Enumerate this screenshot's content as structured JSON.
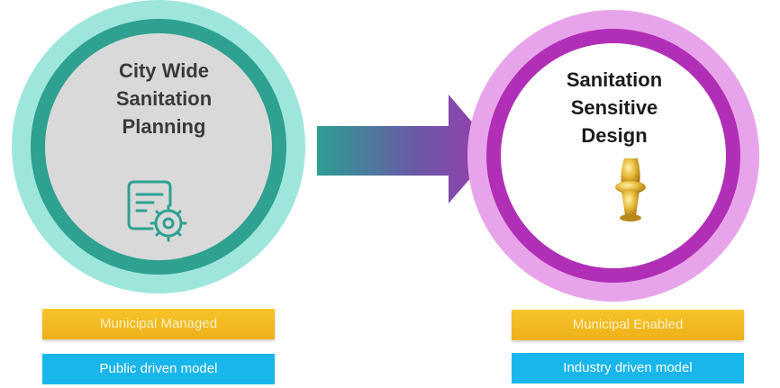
{
  "left_stage": {
    "title_lines": [
      "City Wide",
      "Sanitation",
      "Planning"
    ],
    "icon": "document-gear-icon",
    "labels": [
      "Municipal Managed",
      "Public driven model"
    ]
  },
  "right_stage": {
    "title_lines": [
      "Sanitation",
      "Sensitive",
      "Design"
    ],
    "image": "golden-toilet",
    "labels": [
      "Municipal Enabled",
      "Industry driven model"
    ]
  },
  "connector": {
    "icon": "arrow-right-icon"
  },
  "colors": {
    "teal_outer": "#9ee6dc",
    "teal_ring": "#2ea191",
    "inner_grey": "#d9d9d9",
    "purple_outer": "#e8a4ea",
    "purple_ring": "#b02fb6",
    "gold_label": "#f2b926",
    "blue_label": "#19b6ec"
  }
}
